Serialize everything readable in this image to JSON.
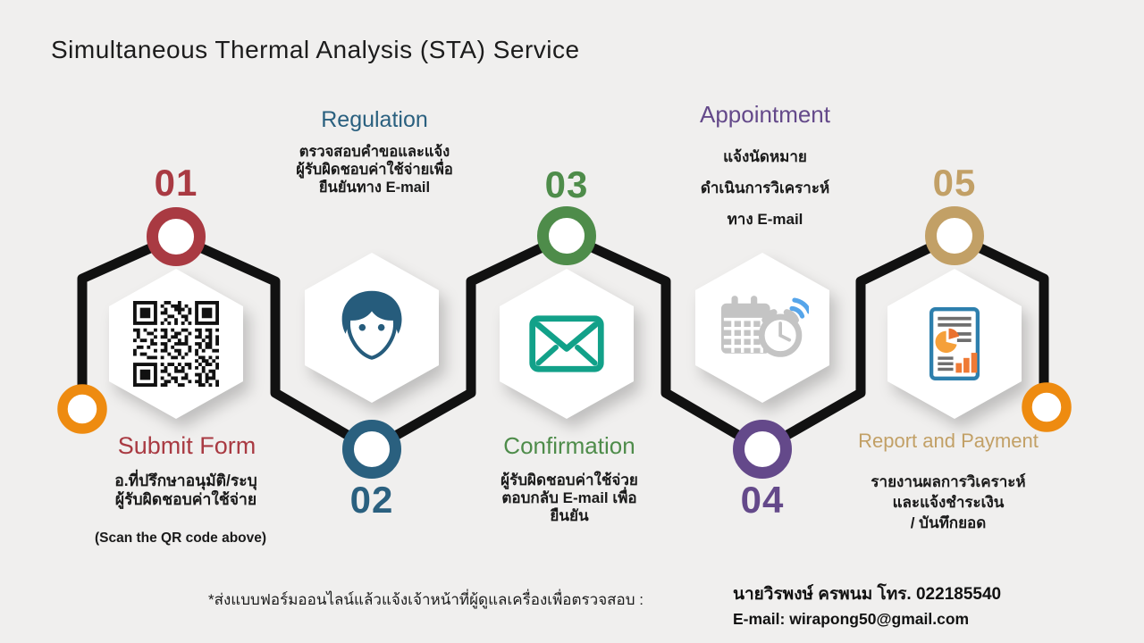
{
  "title": "Simultaneous Thermal Analysis (STA) Service",
  "steps": [
    {
      "number": "01",
      "label": "Submit Form",
      "color": "#a93a42",
      "icon": "qr-code-icon",
      "desc": [
        "อ.ที่ปรึกษาอนุมัติ/ระบุ",
        "ผู้รับผิดชอบค่าใช้จ่าย"
      ],
      "note": "(Scan the QR code above)"
    },
    {
      "number": "02",
      "label": "Regulation",
      "color": "#2a607f",
      "icon": "person-icon",
      "desc": [
        "ตรวจสอบคำขอและแจ้ง",
        "ผู้รับผิดชอบค่าใช้จ่ายเพื่อ",
        "ยืนยันทาง E-mail"
      ]
    },
    {
      "number": "03",
      "label": "Confirmation",
      "color": "#4e8c4a",
      "icon": "envelope-icon",
      "desc": [
        "ผู้รับผิดชอบค่าใช้จ่วย",
        "ตอบกลับ E-mail เพื่อ",
        "ยืนยัน"
      ]
    },
    {
      "number": "04",
      "label": "Appointment",
      "color": "#64498a",
      "icon": "calendar-alarm-icon",
      "desc": [
        "แจ้งนัดหมาย",
        "ดำเนินการวิเคราะห์",
        "ทาง E-mail"
      ]
    },
    {
      "number": "05",
      "label": "Report and Payment",
      "color": "#c2a066",
      "icon": "report-document-icon",
      "desc": [
        "รายงานผลการวิเคราะห์",
        "และแจ้งชำระเงิน",
        "/ บันทึกยอด"
      ]
    }
  ],
  "timeline": {
    "line_color": "#111111",
    "end_circle_color": "#ee8b10"
  },
  "footer": {
    "note": "*ส่งแบบฟอร์มออนไลน์แล้วแจ้งเจ้าหน้าที่ผู้ดูแลเครื่องเพื่อตรวจสอบ :",
    "contact_name": "นายวิรพงษ์ ครพนม   โทร. 022185540",
    "contact_email": "E-mail: wirapong50@gmail.com"
  }
}
